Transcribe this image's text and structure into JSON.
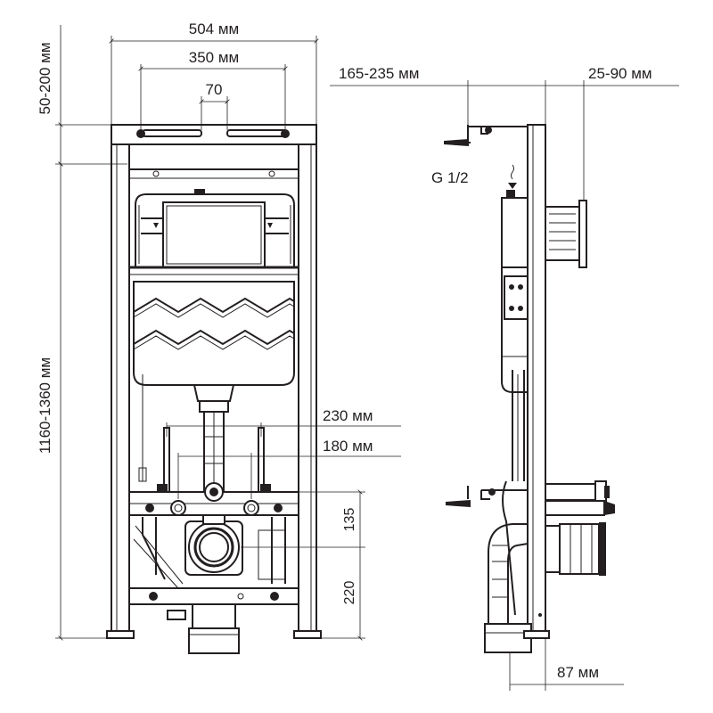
{
  "front_view": {
    "dim_frame_width": "504 мм",
    "dim_mount_holes": "350 мм",
    "dim_center_gap": "70",
    "dim_top_adjust": "50-200 мм",
    "dim_height": "1160-1360 мм",
    "dim_stud_outer": "230 мм",
    "dim_stud_inner": "180 мм",
    "dim_drain_offset": "135",
    "dim_drain_height": "220"
  },
  "side_view": {
    "dim_depth_range": "165-235 мм",
    "dim_plate_offset": "25-90 мм",
    "inlet_label": "G 1/2",
    "dim_bottom": "87 мм"
  }
}
